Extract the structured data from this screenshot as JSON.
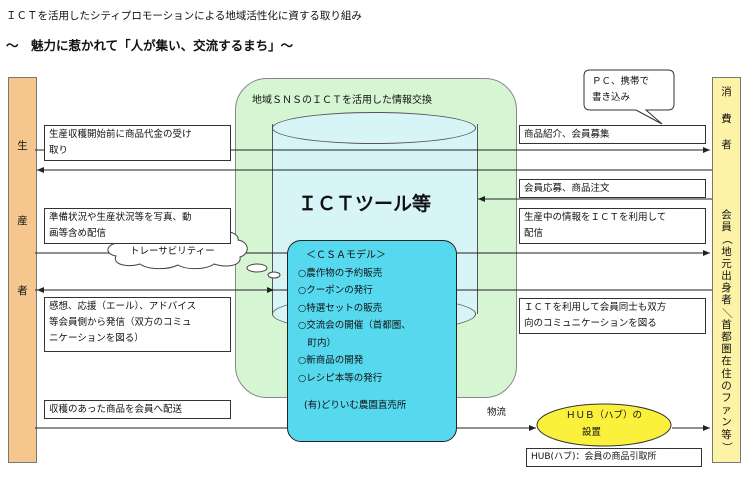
{
  "title_line1": "ＩＣＴを活用したシティプロモーションによる地域活性化に資する取り組み",
  "title_line2": "～　魅力に惹かれて「人が集い、交流するまち」～",
  "left_column": [
    "生",
    "産",
    "者"
  ],
  "right_column": {
    "top": [
      "消",
      "費",
      "者"
    ],
    "bottom": [
      "会",
      "員",
      "（",
      "地",
      "元",
      "出",
      "身",
      "者",
      "／",
      "首",
      "都",
      "圏",
      "在",
      "住",
      "の",
      "フ",
      "ァ",
      "ン",
      "等",
      "）"
    ]
  },
  "green_area_label": "地域ＳＮＳのＩＣＴを活用した情報交換",
  "cylinder_label": "ＩＣＴツール等",
  "bubble_pc": {
    "line1": "ＰＣ、携帯で",
    "line2": "書き込み"
  },
  "cloud_label": "トレーサビリティー",
  "left_boxes": {
    "b1": {
      "line1": "生産収穫開始前に商品代金の受け",
      "line2": "取り"
    },
    "b2": {
      "line1": "準備状況や生産状況等を写真、動",
      "line2": "画等含め配信"
    },
    "b3": {
      "line1": "感想、応援（エール）、アドバイス",
      "line2": "等会員側から発信（双方のコミュ",
      "line3": "ニケーションを図る）"
    },
    "b4": {
      "line1": "収穫のあった商品を会員へ配送"
    }
  },
  "right_boxes": {
    "b1": {
      "line1": "商品紹介、会員募集"
    },
    "b2": {
      "line1": "会員応募、商品注文"
    },
    "b3": {
      "line1": "生産中の情報をＩＣＴを利用して",
      "line2": "配信"
    },
    "b4": {
      "line1": "ＩＣＴを利用して会員同士も双方",
      "line2": "向のコミュニケーションを図る"
    }
  },
  "csa": {
    "title": "＜ＣＳＡモデル＞",
    "items": [
      "○農作物の予約販売",
      "○クーポンの発行",
      "○特選セットの販売",
      "○交流会の開催（首都圏、",
      "　町内）",
      "○新商品の開発",
      "○レシピ本等の発行"
    ],
    "footer": "(有)どりいむ農園直売所"
  },
  "butsuryu": "物流",
  "hub": {
    "line1": "ＨＵＢ（ハブ）の",
    "line2": "設置"
  },
  "hub_note": "HUB(ハブ)：会員の商品引取所",
  "colors": {
    "producer_col": "#f5c68e",
    "consumer_col": "#fdf3a6",
    "green_area": "#d6f5d3",
    "cylinder": "#d7f4f6",
    "csa_box": "#56d8ee",
    "hub": "#fbf13d"
  }
}
